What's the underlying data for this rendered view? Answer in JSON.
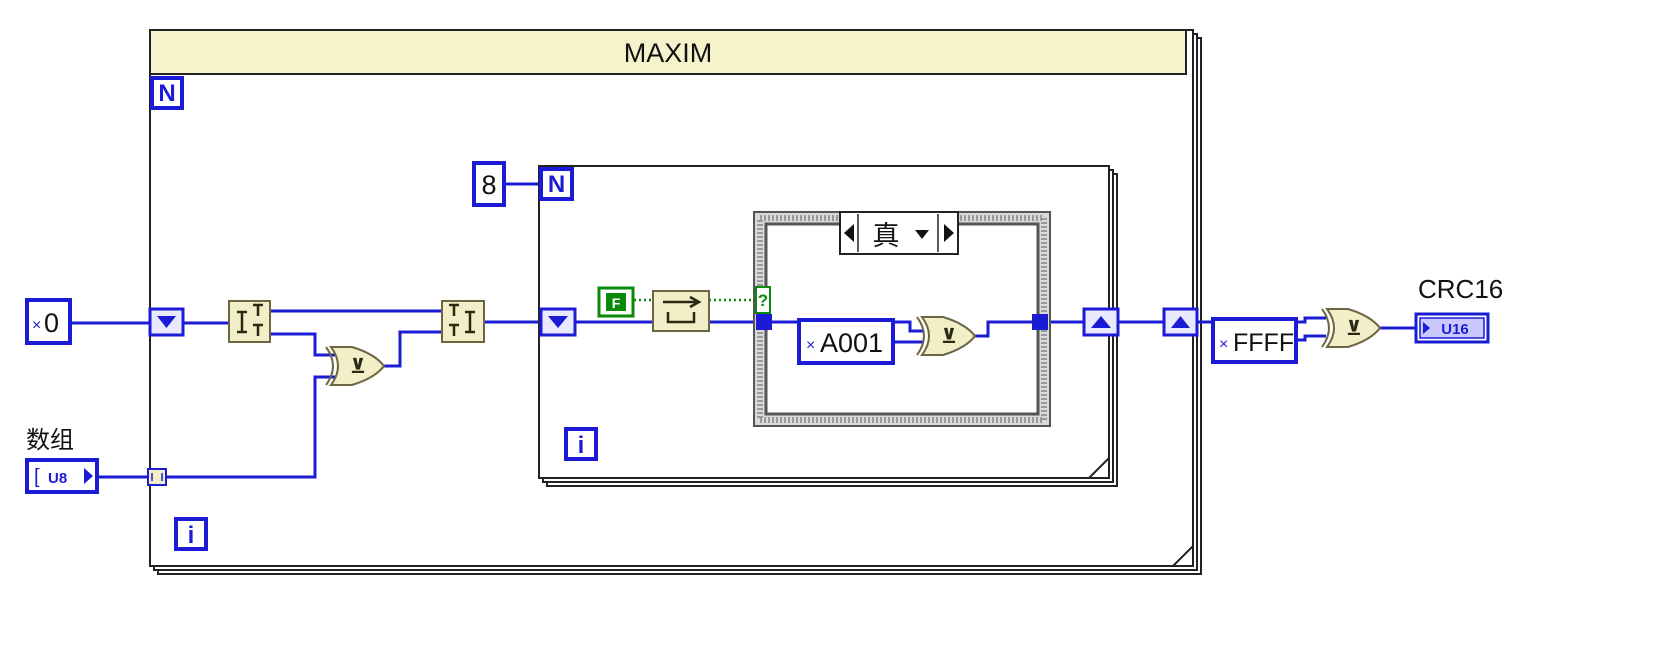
{
  "sequence": {
    "title": "MAXIM"
  },
  "outer_loop": {
    "count_terminal": "N",
    "iteration_terminal": "i"
  },
  "inner_loop": {
    "count_terminal": "N",
    "iteration_terminal": "i",
    "count_constant": "8"
  },
  "case_structure": {
    "selector_label": "真"
  },
  "constants": {
    "initial": "0",
    "hex_marker": "×",
    "poly": "A001",
    "final_xor": "FFFF",
    "bool_false": "F"
  },
  "terminals": {
    "input_array_label": "数组",
    "input_array_type": "U8",
    "output_label": "CRC16",
    "output_type": "U16",
    "case_selector_glyph": "?"
  },
  "colors": {
    "numeric_wire": "#1b1bd6",
    "boolean_wire": "#0a8a0a",
    "node_fill": "#f2eec7",
    "title_bar": "#f6f2cc"
  }
}
